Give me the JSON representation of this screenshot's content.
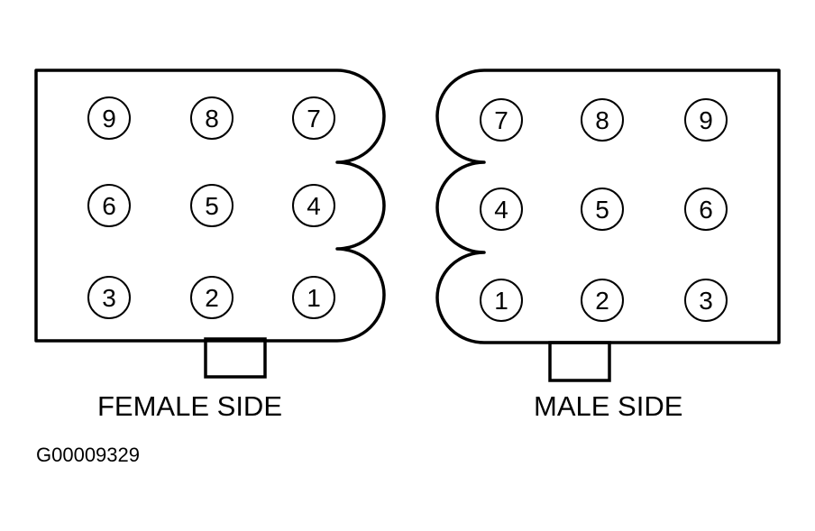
{
  "female": {
    "caption": "FEMALE SIDE",
    "rows": [
      [
        "9",
        "8",
        "7"
      ],
      [
        "6",
        "5",
        "4"
      ],
      [
        "3",
        "2",
        "1"
      ]
    ]
  },
  "male": {
    "caption": "MALE SIDE",
    "rows": [
      [
        "7",
        "8",
        "9"
      ],
      [
        "4",
        "5",
        "6"
      ],
      [
        "1",
        "2",
        "3"
      ]
    ]
  },
  "figure_id": "G00009329"
}
